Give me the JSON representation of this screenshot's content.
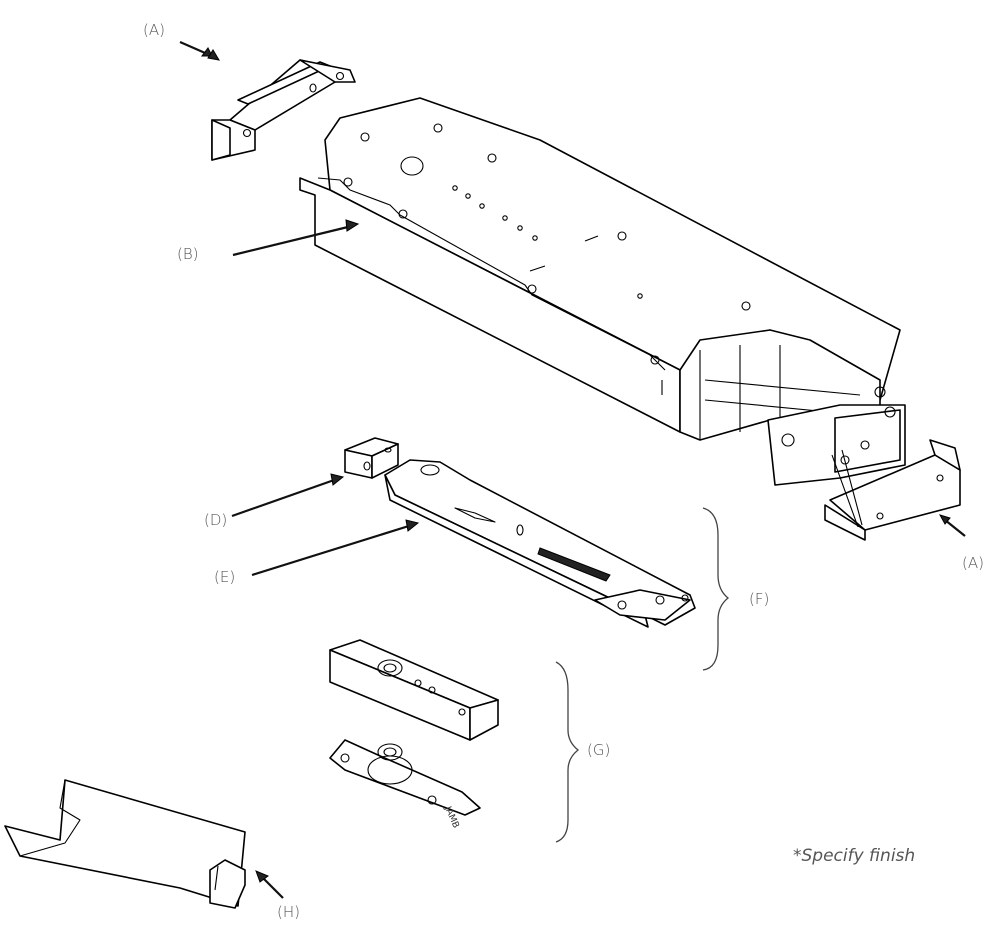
{
  "labels": {
    "a_top": "(A)",
    "b": "(B)",
    "d": "(D)",
    "e": "(E)",
    "f": "(F)",
    "g": "(G)",
    "a_right": "(A)",
    "h": "(H)"
  },
  "note": "*Specify finish",
  "arm_engraving": "",
  "jamb_text": "JAMB",
  "colors": {
    "ink": "#000000",
    "label": "#555555",
    "background": "#ffffff"
  }
}
